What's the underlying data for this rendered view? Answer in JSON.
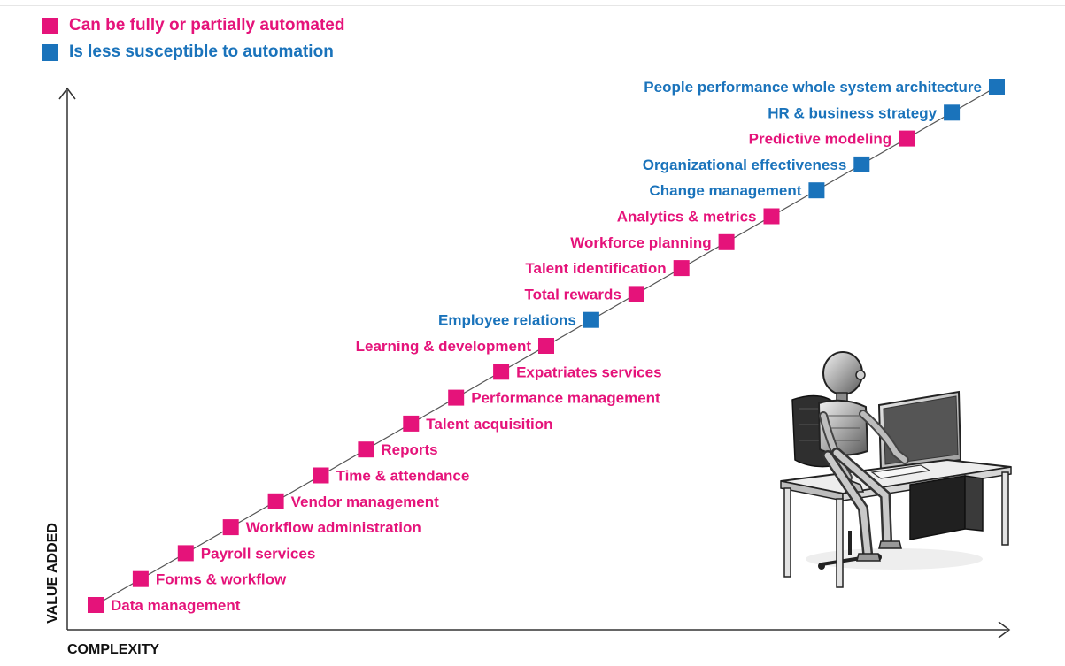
{
  "colors": {
    "automated": "#e5137a",
    "less_susceptible": "#1a73bb",
    "axis": "#333333",
    "trend_line": "#555555"
  },
  "legend": {
    "automated_label": "Can be fully or partially automated",
    "less_susceptible_label": "Is less susceptible to automation"
  },
  "axes": {
    "x_label": "COMPLEXITY",
    "y_label": "VALUE ADDED"
  },
  "illustration": {
    "icon": "robot-at-desk-icon"
  },
  "items": [
    {
      "label": "Data management",
      "category": "automated",
      "side": "right"
    },
    {
      "label": "Forms & workflow",
      "category": "automated",
      "side": "right"
    },
    {
      "label": "Payroll services",
      "category": "automated",
      "side": "right"
    },
    {
      "label": "Workflow administration",
      "category": "automated",
      "side": "right"
    },
    {
      "label": "Vendor management",
      "category": "automated",
      "side": "right"
    },
    {
      "label": "Time & attendance",
      "category": "automated",
      "side": "right"
    },
    {
      "label": "Reports",
      "category": "automated",
      "side": "right"
    },
    {
      "label": "Talent acquisition",
      "category": "automated",
      "side": "right"
    },
    {
      "label": "Performance management",
      "category": "automated",
      "side": "right"
    },
    {
      "label": "Expatriates services",
      "category": "automated",
      "side": "right"
    },
    {
      "label": "Learning & development",
      "category": "automated",
      "side": "left"
    },
    {
      "label": "Employee relations",
      "category": "less_susceptible",
      "side": "left"
    },
    {
      "label": "Total rewards",
      "category": "automated",
      "side": "left"
    },
    {
      "label": "Talent identification",
      "category": "automated",
      "side": "left"
    },
    {
      "label": "Workforce planning",
      "category": "automated",
      "side": "left"
    },
    {
      "label": "Analytics & metrics",
      "category": "automated",
      "side": "left"
    },
    {
      "label": "Change management",
      "category": "less_susceptible",
      "side": "left"
    },
    {
      "label": "Organizational effectiveness",
      "category": "less_susceptible",
      "side": "left"
    },
    {
      "label": "Predictive modeling",
      "category": "automated",
      "side": "left"
    },
    {
      "label": "HR & business strategy",
      "category": "less_susceptible",
      "side": "left"
    },
    {
      "label": "People performance whole system architecture",
      "category": "less_susceptible",
      "side": "left"
    }
  ]
}
